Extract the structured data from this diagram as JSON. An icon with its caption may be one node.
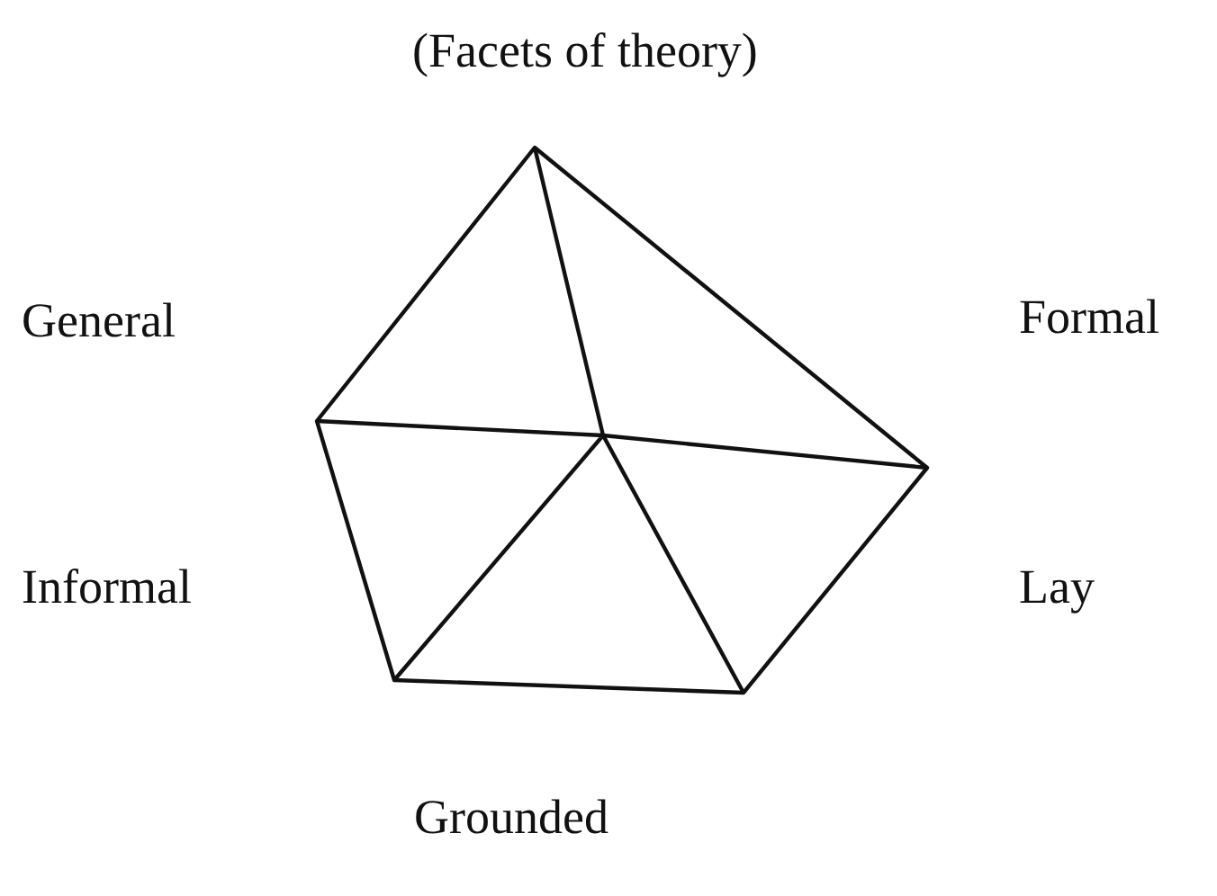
{
  "diagram": {
    "title": "(Facets of theory)",
    "labels": [
      "General",
      "Formal",
      "Informal",
      "Lay",
      "Grounded"
    ]
  }
}
